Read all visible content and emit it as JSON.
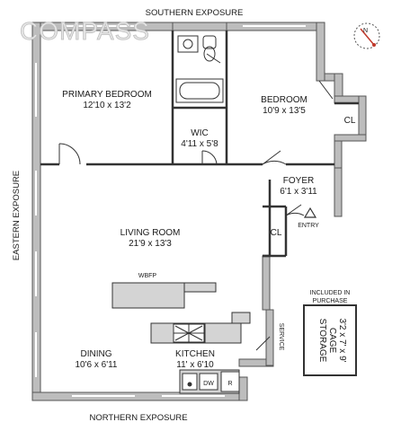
{
  "brand": {
    "logo_text": "COMPASS"
  },
  "exposures": {
    "south": "SOUTHERN EXPOSURE",
    "north": "NORTHERN EXPOSURE",
    "east": "EASTERN EXPOSURE"
  },
  "compass_rose": {
    "label": "N"
  },
  "rooms": {
    "primary_bedroom": {
      "name": "PRIMARY BEDROOM",
      "dims": "12'10 x 13'2"
    },
    "bedroom": {
      "name": "BEDROOM",
      "dims": "10'9 x 13'5"
    },
    "wic": {
      "name": "WIC",
      "dims": "4'11 x 5'8"
    },
    "foyer": {
      "name": "FOYER",
      "dims": "6'1 x 3'11"
    },
    "living_room": {
      "name": "LIVING ROOM",
      "dims": "21'9 x 13'3"
    },
    "dining": {
      "name": "DINING",
      "dims": "10'6 x 6'11"
    },
    "kitchen": {
      "name": "KITCHEN",
      "dims": "11' x 6'10"
    }
  },
  "labels": {
    "closet_1": "CL",
    "closet_2": "CL",
    "entry": "ENTRY",
    "wbfp": "WBFP",
    "service": "SERVICE",
    "dishwasher": "DW",
    "refrigerator": "R"
  },
  "storage": {
    "note_line1": "INCLUDED IN",
    "note_line2": "PURCHASE",
    "title_line1": "STORAGE",
    "title_line2": "CAGE",
    "dims": "3'2 x 7' x 9'"
  },
  "colors": {
    "wall": "#8c8c8c",
    "wall_fill": "#bdbdbd",
    "line": "#222222"
  }
}
